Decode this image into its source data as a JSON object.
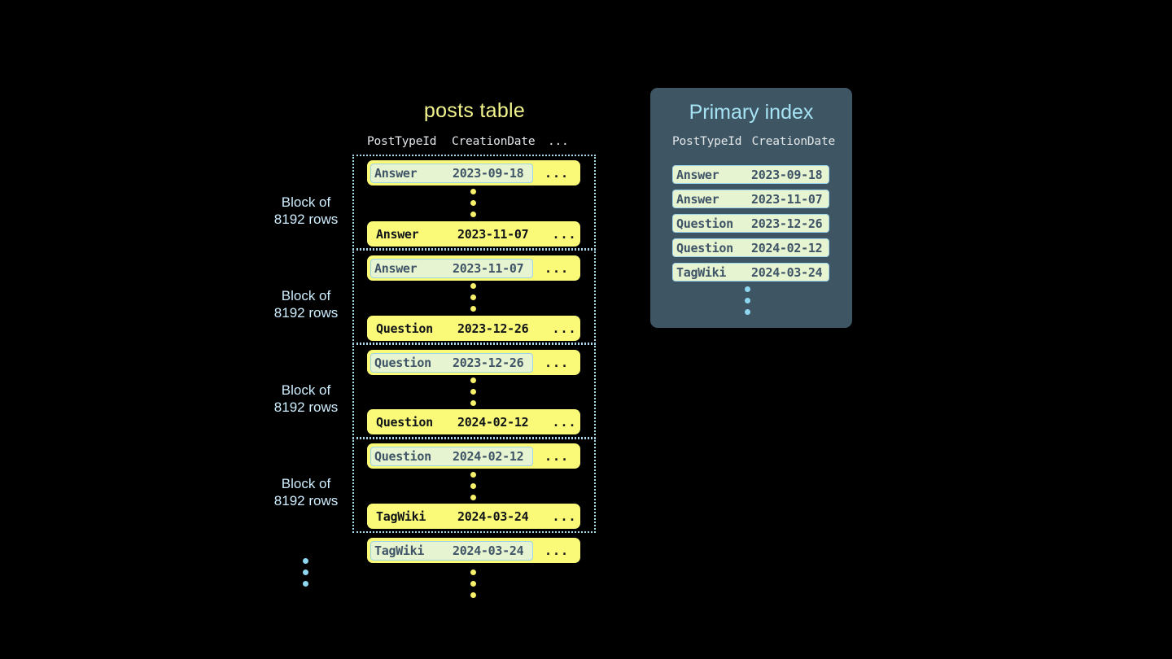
{
  "posts_table": {
    "title": "posts table",
    "columns": {
      "post_type_id": "PostTypeId",
      "creation_date": "CreationDate",
      "more": "..."
    },
    "block_label_line1": "Block of",
    "block_label_line2": "8192 rows",
    "blocks": [
      {
        "label_line1": "Block of",
        "label_line2": "8192 rows",
        "first_row": {
          "post_type_id": "Answer",
          "creation_date": "2023-09-18",
          "more": "...",
          "highlighted": true
        },
        "last_row": {
          "post_type_id": "Answer",
          "creation_date": "2023-11-07",
          "more": "...",
          "highlighted": false
        }
      },
      {
        "label_line1": "Block of",
        "label_line2": "8192 rows",
        "first_row": {
          "post_type_id": "Answer",
          "creation_date": "2023-11-07",
          "more": "...",
          "highlighted": true
        },
        "last_row": {
          "post_type_id": "Question",
          "creation_date": "2023-12-26",
          "more": "...",
          "highlighted": false
        }
      },
      {
        "label_line1": "Block of",
        "label_line2": "8192 rows",
        "first_row": {
          "post_type_id": "Question",
          "creation_date": "2023-12-26",
          "more": "...",
          "highlighted": true
        },
        "last_row": {
          "post_type_id": "Question",
          "creation_date": "2024-02-12",
          "more": "...",
          "highlighted": false
        }
      },
      {
        "label_line1": "Block of",
        "label_line2": "8192 rows",
        "first_row": {
          "post_type_id": "Question",
          "creation_date": "2024-02-12",
          "more": "...",
          "highlighted": true
        },
        "last_row": {
          "post_type_id": "TagWiki",
          "creation_date": "2024-03-24",
          "more": "...",
          "highlighted": false
        }
      }
    ],
    "trailing_row": {
      "post_type_id": "TagWiki",
      "creation_date": "2024-03-24",
      "more": "...",
      "highlighted": true
    }
  },
  "primary_index": {
    "title": "Primary index",
    "columns": {
      "post_type_id": "PostTypeId",
      "creation_date": "CreationDate"
    },
    "rows": [
      {
        "post_type_id": "Answer",
        "creation_date": "2023-09-18"
      },
      {
        "post_type_id": "Answer",
        "creation_date": "2023-11-07"
      },
      {
        "post_type_id": "Question",
        "creation_date": "2023-12-26"
      },
      {
        "post_type_id": "Question",
        "creation_date": "2024-02-12"
      },
      {
        "post_type_id": "TagWiki",
        "creation_date": "2024-03-24"
      }
    ],
    "continuation": "vertical-ellipsis"
  },
  "colors": {
    "background": "#000000",
    "row_fill": "#fafa78",
    "row_text": "#111418",
    "highlight_fill": "#e6f4d2",
    "highlight_border": "#9fd4e8",
    "highlight_text": "#3f5567",
    "block_border": "#a9d8ea",
    "block_label": "#cfeeff",
    "posts_title": "#f2f58c",
    "index_panel": "#3e5663",
    "index_title": "#a5e3f5",
    "header_text": "#e3e7ea",
    "dot_yellow": "#f7f06a",
    "dot_blue": "#8fd6f0"
  }
}
